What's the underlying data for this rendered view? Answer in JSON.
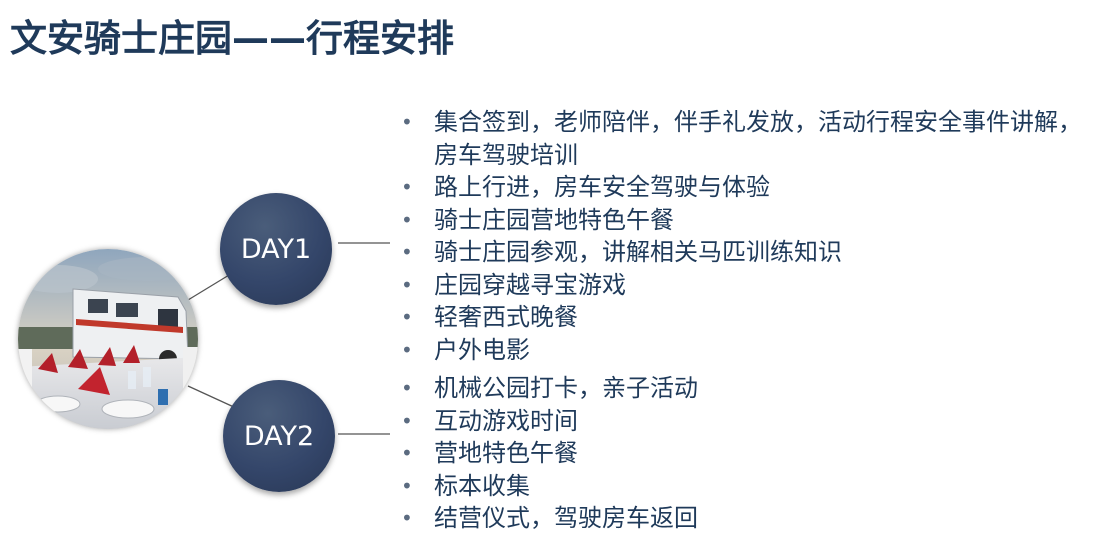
{
  "title": "文安骑士庄园——行程安排",
  "day1": {
    "label": "DAY1",
    "items": [
      "集合签到，老师陪伴，伴手礼发放，活动行程安全事件讲解，房车驾驶培训",
      "路上行进，房车安全驾驶与体验",
      "骑士庄园营地特色午餐",
      "骑士庄园参观，讲解相关马匹训练知识",
      "庄园穿越寻宝游戏",
      "轻奢西式晚餐",
      "户外电影"
    ]
  },
  "day2": {
    "label": "DAY2",
    "items": [
      "机械公园打卡，亲子活动",
      "互动游戏时间",
      "营地特色午餐",
      "标本收集",
      "结营仪式，驾驶房车返回"
    ]
  },
  "colors": {
    "title": "#1f3a5a",
    "circle": "#34466a",
    "text": "#1f3a5a"
  },
  "icons": {
    "bullet": "•"
  }
}
